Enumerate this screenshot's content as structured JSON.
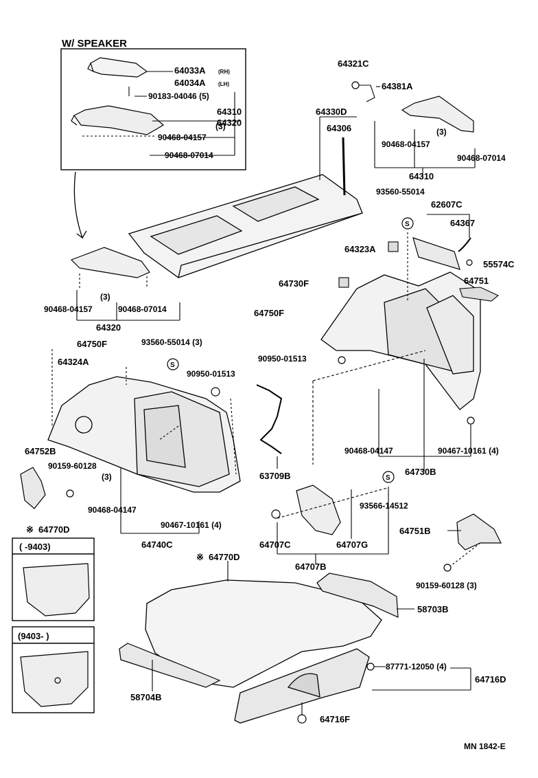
{
  "title": "W/ SPEAKER",
  "footer": "MN  1842-E",
  "inset_top": "(      -9403)",
  "inset_bottom": "(9403-        )",
  "parts": {
    "p64033A": "64033A",
    "p64034A": "64034A",
    "rh": "(RH)",
    "lh": "(LH)",
    "p90183": "90183-04046 (5)",
    "p64310rh": "64310",
    "p64320lh": "64320",
    "qty3_a": "(3)",
    "p90468_04157_a": "90468-04157",
    "p90468_07014_a": "90468-07014",
    "p64321C": "64321C",
    "p64381A": "64381A",
    "p64330D": "64330D",
    "p64306": "64306",
    "qty3_b": "(3)",
    "p90468_04157_b": "90468-04157",
    "p90468_07014_b": "90468-07014",
    "p64310": "64310",
    "p93560_a": "93560-55014",
    "p62607C": "62607C",
    "p64367": "64367",
    "p64323A": "64323A",
    "p55574C": "55574C",
    "p64730F": "64730F",
    "p64751": "64751",
    "p64750F_r": "64750F",
    "qty3_c": "(3)",
    "p90468_04157_c": "90468-04157",
    "p90468_07014_c": "90468-07014",
    "p64320": "64320",
    "p64750F_l": "64750F",
    "p93560_b": "93560-55014 (3)",
    "p64324A": "64324A",
    "p90950_l": "90950-01513",
    "p90950_r": "90950-01513",
    "p64752B": "64752B",
    "p90159_a": "90159-60128",
    "qty3_d": "(3)",
    "p63709B": "63709B",
    "p90468_04147_l": "90468-04147",
    "p90467_l": "90467-10161 (4)",
    "p64740C": "64740C",
    "p90468_04147_r": "90468-04147",
    "p90467_r": "90467-10161 (4)",
    "p64730B": "64730B",
    "p64770D_a": "64770D",
    "p93566": "93566-14512",
    "p64707C": "64707C",
    "p64707G": "64707G",
    "p64707B": "64707B",
    "p64751B": "64751B",
    "p64770D_b": "64770D",
    "p58703B": "58703B",
    "p90159_b": "90159-60128 (3)",
    "p87771": "87771-12050 (4)",
    "p64716D": "64716D",
    "p58704B": "58704B",
    "p64716F": "64716F",
    "asterisk": "※",
    "s_mark": "S"
  }
}
